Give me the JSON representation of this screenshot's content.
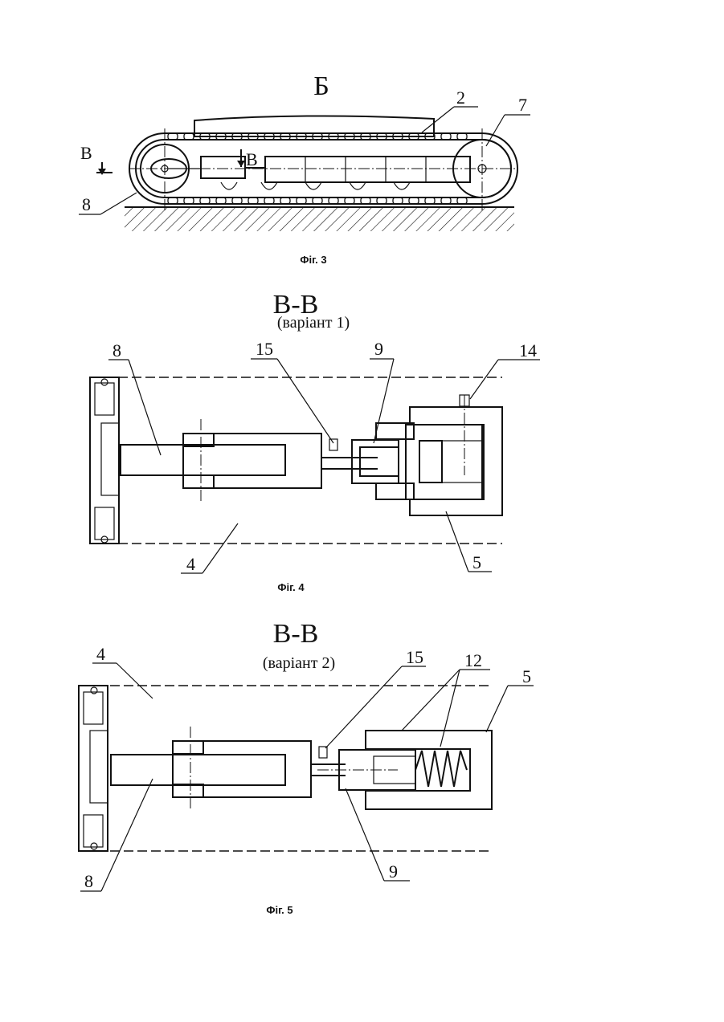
{
  "fig3": {
    "view_letter": "Б",
    "caption": "Фіг. 3",
    "section_mark_left": "В",
    "section_mark_right": "В",
    "labels": {
      "n2": "2",
      "n7": "7",
      "n8": "8"
    }
  },
  "fig4": {
    "section_title": "В-В",
    "variant": "(варіант 1)",
    "caption": "Фіг. 4",
    "labels": {
      "n8": "8",
      "n15": "15",
      "n9": "9",
      "n14": "14",
      "n4": "4",
      "n5": "5"
    }
  },
  "fig5": {
    "section_title": "В-В",
    "variant": "(варіант 2)",
    "caption": "Фіг. 5",
    "labels": {
      "n4": "4",
      "n15": "15",
      "n12": "12",
      "n5": "5",
      "n8": "8",
      "n9": "9"
    }
  }
}
